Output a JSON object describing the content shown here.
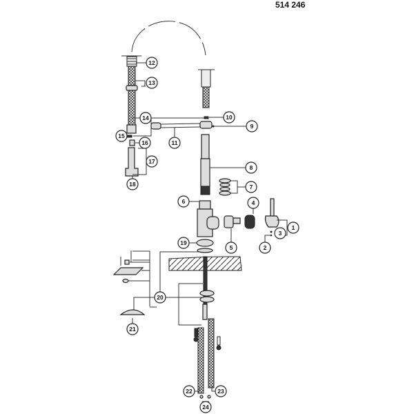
{
  "diagram": {
    "part_number": "514 246",
    "callouts": [
      "1",
      "2",
      "3",
      "4",
      "5",
      "6",
      "7",
      "8",
      "9",
      "10",
      "11",
      "12",
      "13",
      "14",
      "15",
      "16",
      "17",
      "18",
      "19",
      "20",
      "21",
      "22",
      "23",
      "24"
    ]
  }
}
